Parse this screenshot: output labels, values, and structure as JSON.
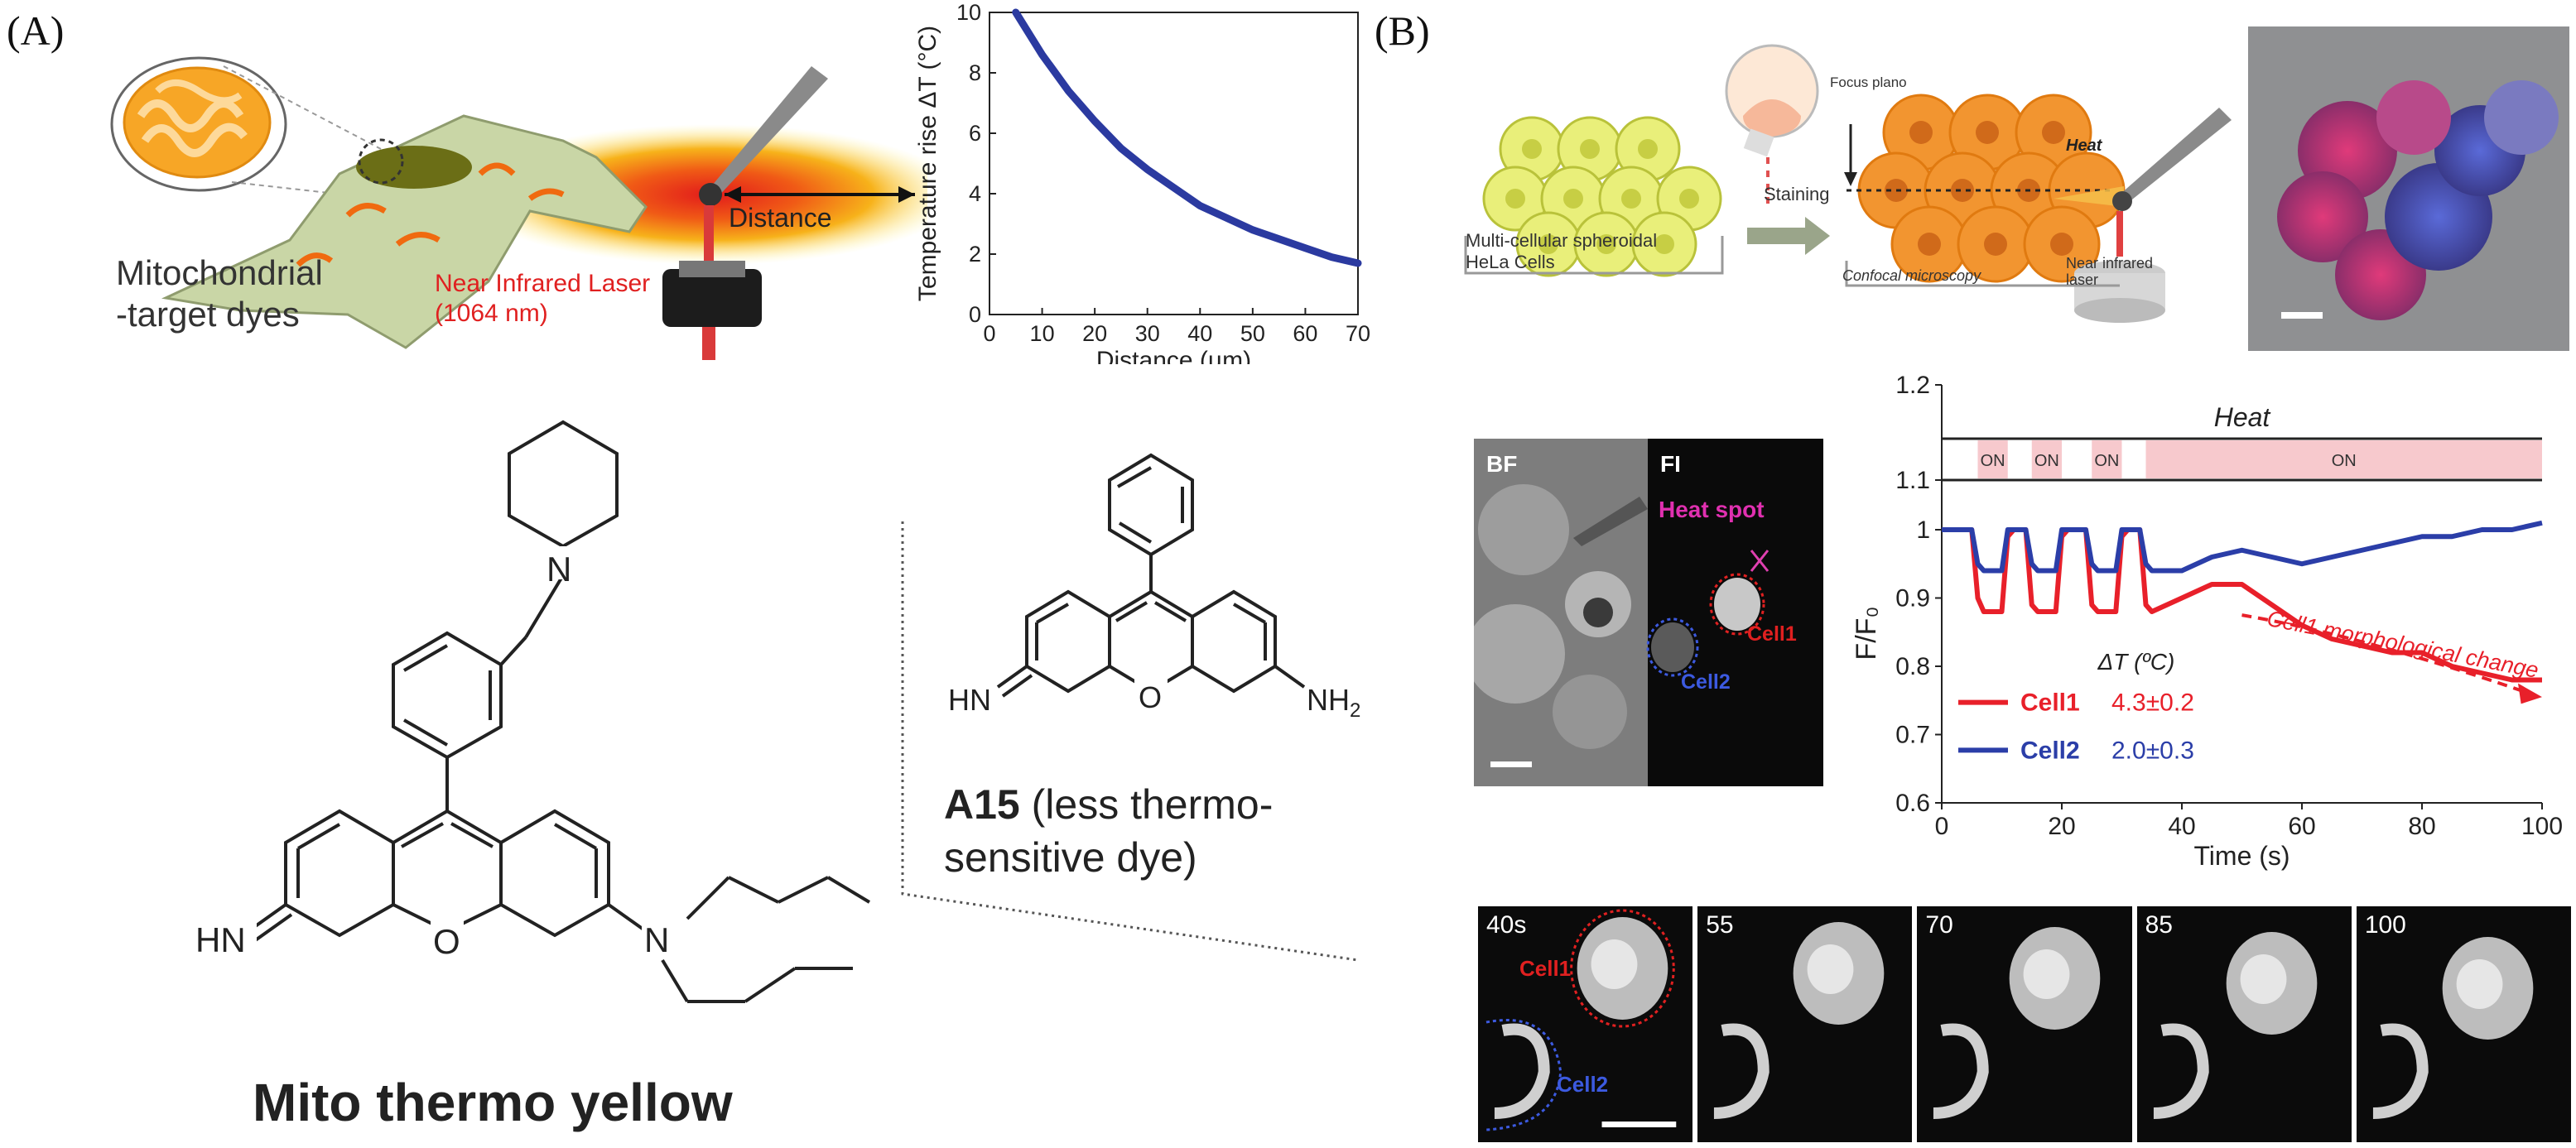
{
  "panels": {
    "a_label": "(A)",
    "b_label": "(B)"
  },
  "panel_a": {
    "cell_caption_line1": "Mitochondrial",
    "cell_caption_line2": "-target dyes",
    "laser_label_line1": "Near Infrared Laser",
    "laser_label_line2": "(1064 nm)",
    "distance_label": "Distance",
    "molecule_main_name": "Mito thermo yellow",
    "molecule_main_hn": "HN",
    "molecule_main_n1": "N",
    "molecule_main_n2": "N",
    "molecule_main_o": "O",
    "molecule_a15_hn": "HN",
    "molecule_a15_nh2": "NH",
    "molecule_a15_sub": "2",
    "molecule_a15_o": "O",
    "a15_name": "A15",
    "a15_desc_line1": " (less thermo-",
    "a15_desc_line2": "sensitive dye)"
  },
  "panel_b": {
    "spheroid_label_line1": "Multi-cellular spheroidal",
    "spheroid_label_line2": "HeLa Cells",
    "staining_label": "Staining",
    "focus_label": "Focus plano",
    "heat_label": "Heat",
    "confocal_label": "Confocal microscopy",
    "nir_label_line1": "Near infrared",
    "nir_label_line2": "laser",
    "bf_label": "BF",
    "fl_label": "FI",
    "heat_spot_label": "Heat spot",
    "cell1_label": "Cell1",
    "cell2_label": "Cell2",
    "time_frames": [
      "40s",
      "55",
      "70",
      "85",
      "100"
    ],
    "morph_note": "Cell1 morphological change",
    "dt_header": "ΔT (ºC)",
    "legend": [
      {
        "name": "Cell1",
        "value": "4.3±0.2",
        "color": "#e8202a"
      },
      {
        "name": "Cell2",
        "value": "2.0±0.3",
        "color": "#2b3ea8"
      }
    ],
    "heat_bar_title": "Heat",
    "on_labels": [
      "ON",
      "ON",
      "ON",
      "ON"
    ]
  },
  "chart_data": [
    {
      "type": "line",
      "xlabel": "Distance (µm)",
      "ylabel": "Temperature rise ΔT (°C)",
      "xlim": [
        0,
        70
      ],
      "ylim": [
        0,
        10
      ],
      "xticks": [
        0,
        10,
        20,
        30,
        40,
        50,
        60,
        70
      ],
      "xtick_labels": [
        "0",
        "10",
        "20",
        "30",
        "40",
        "50",
        "60",
        "70"
      ],
      "yticks": [
        0,
        2,
        4,
        6,
        8,
        10
      ],
      "yticks_labels": [
        "0",
        "2",
        "4",
        "6",
        "8",
        "10"
      ],
      "series": [
        {
          "color": "#2b3aa0",
          "x": [
            5,
            10,
            15,
            20,
            25,
            30,
            35,
            40,
            45,
            50,
            55,
            60,
            65,
            70
          ],
          "y": [
            10.0,
            8.6,
            7.4,
            6.4,
            5.5,
            4.8,
            4.2,
            3.6,
            3.2,
            2.8,
            2.5,
            2.2,
            1.9,
            1.7
          ]
        }
      ]
    },
    {
      "type": "line",
      "xlabel": "Time (s)",
      "ylabel": "F/F₀",
      "xlim": [
        0,
        100
      ],
      "ylim": [
        0.6,
        1.0
      ],
      "xticks": [
        0,
        20,
        40,
        60,
        80,
        100
      ],
      "xtick_labels": [
        "0",
        "20",
        "40",
        "60",
        "80",
        "100"
      ],
      "yticks": [
        0.6,
        0.7,
        0.8,
        0.9,
        1.0
      ],
      "ytick_labels": [
        "0.6",
        "0.7",
        "0.8",
        "0.9",
        "1"
      ],
      "ytick_upper_labels": [
        "1.1",
        "1.2"
      ],
      "heat_on_intervals": [
        [
          6,
          11
        ],
        [
          15,
          20
        ],
        [
          25,
          30
        ],
        [
          34,
          100
        ]
      ],
      "series": [
        {
          "name": "Cell1",
          "color": "#e8202a",
          "x": [
            0,
            5,
            6,
            7,
            10,
            11,
            12,
            14,
            15,
            16,
            19,
            20,
            21,
            24,
            25,
            26,
            29,
            30,
            31,
            33,
            34,
            35,
            40,
            45,
            50,
            55,
            60,
            65,
            70,
            75,
            80,
            85,
            90,
            95,
            100
          ],
          "y": [
            1.0,
            1.0,
            0.9,
            0.88,
            0.88,
            0.99,
            1.0,
            1.0,
            0.89,
            0.88,
            0.88,
            0.99,
            1.0,
            1.0,
            0.89,
            0.88,
            0.88,
            0.99,
            1.0,
            1.0,
            0.89,
            0.88,
            0.9,
            0.92,
            0.92,
            0.89,
            0.86,
            0.84,
            0.83,
            0.82,
            0.82,
            0.8,
            0.79,
            0.78,
            0.78
          ]
        },
        {
          "name": "Cell2",
          "color": "#2b3ea8",
          "x": [
            0,
            5,
            6,
            7,
            10,
            11,
            12,
            14,
            15,
            16,
            19,
            20,
            21,
            24,
            25,
            26,
            29,
            30,
            31,
            33,
            34,
            35,
            40,
            45,
            50,
            55,
            60,
            65,
            70,
            75,
            80,
            85,
            90,
            95,
            100
          ],
          "y": [
            1.0,
            1.0,
            0.95,
            0.94,
            0.94,
            1.0,
            1.0,
            1.0,
            0.95,
            0.94,
            0.94,
            1.0,
            1.0,
            1.0,
            0.95,
            0.94,
            0.94,
            1.0,
            1.0,
            1.0,
            0.95,
            0.94,
            0.94,
            0.96,
            0.97,
            0.96,
            0.95,
            0.96,
            0.97,
            0.98,
            0.99,
            0.99,
            1.0,
            1.0,
            1.01
          ]
        }
      ]
    }
  ]
}
